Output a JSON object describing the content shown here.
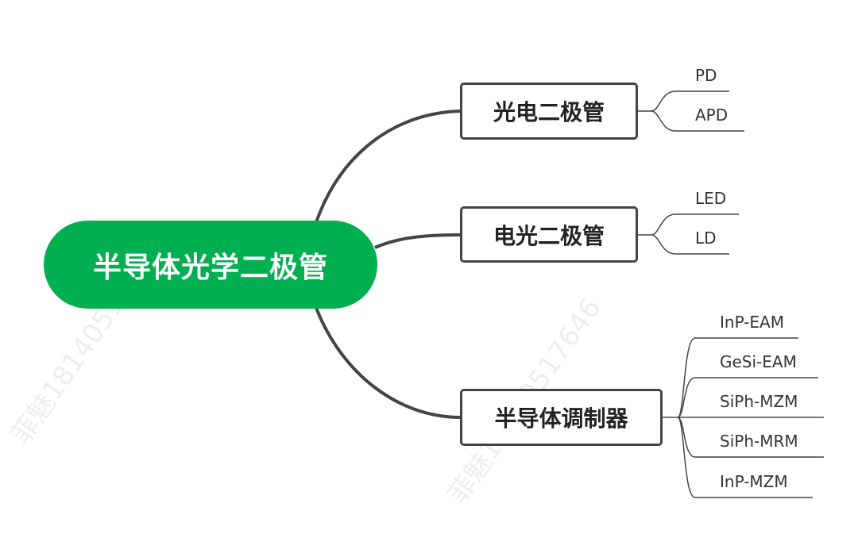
{
  "root": {
    "label": "半导体光学二极管",
    "color": "#00b050"
  },
  "branches": [
    {
      "label": "光电二极管",
      "children": [
        "PD",
        "APD"
      ]
    },
    {
      "label": "电光二极管",
      "children": [
        "LED",
        "LD"
      ]
    },
    {
      "label": "半导体调制器",
      "children": [
        "InP-EAM",
        "GeSi-EAM",
        "SiPh-MZM",
        "SiPh-MRM",
        "InP-MZM"
      ]
    }
  ],
  "watermark": "菲魅18140517646"
}
